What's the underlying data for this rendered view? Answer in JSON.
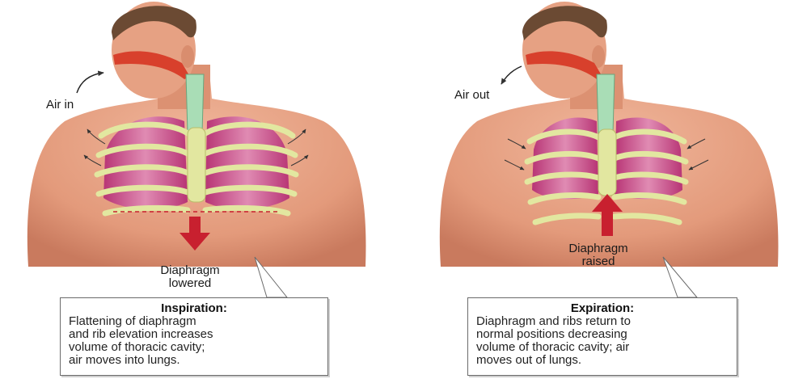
{
  "panels": {
    "inspiration": {
      "air_label": "Air in",
      "diaphragm_label": "Diaphragm\nlowered",
      "caption_title": "Inspiration:",
      "caption_text": "Flattening of diaphragm\nand rib elevation increases\nvolume of thoracic cavity;\nair moves into lungs."
    },
    "expiration": {
      "air_label": "Air out",
      "diaphragm_label": "Diaphragm\nraised",
      "caption_title": "Expiration:",
      "caption_text": "Diaphragm and ribs return to\nnormal positions decreasing\nvolume of thoracic cavity; air\nmoves out of lungs."
    }
  },
  "colors": {
    "skin": "#e9a487",
    "skin_shadow": "#c9785d",
    "hair": "#6b4a33",
    "lung": "#c2407f",
    "lung_light": "#e493b8",
    "rib": "#e2e7a0",
    "trachea": "#a9ddb6",
    "arrow_red": "#c8202f",
    "airway_red": "#d8402c"
  }
}
